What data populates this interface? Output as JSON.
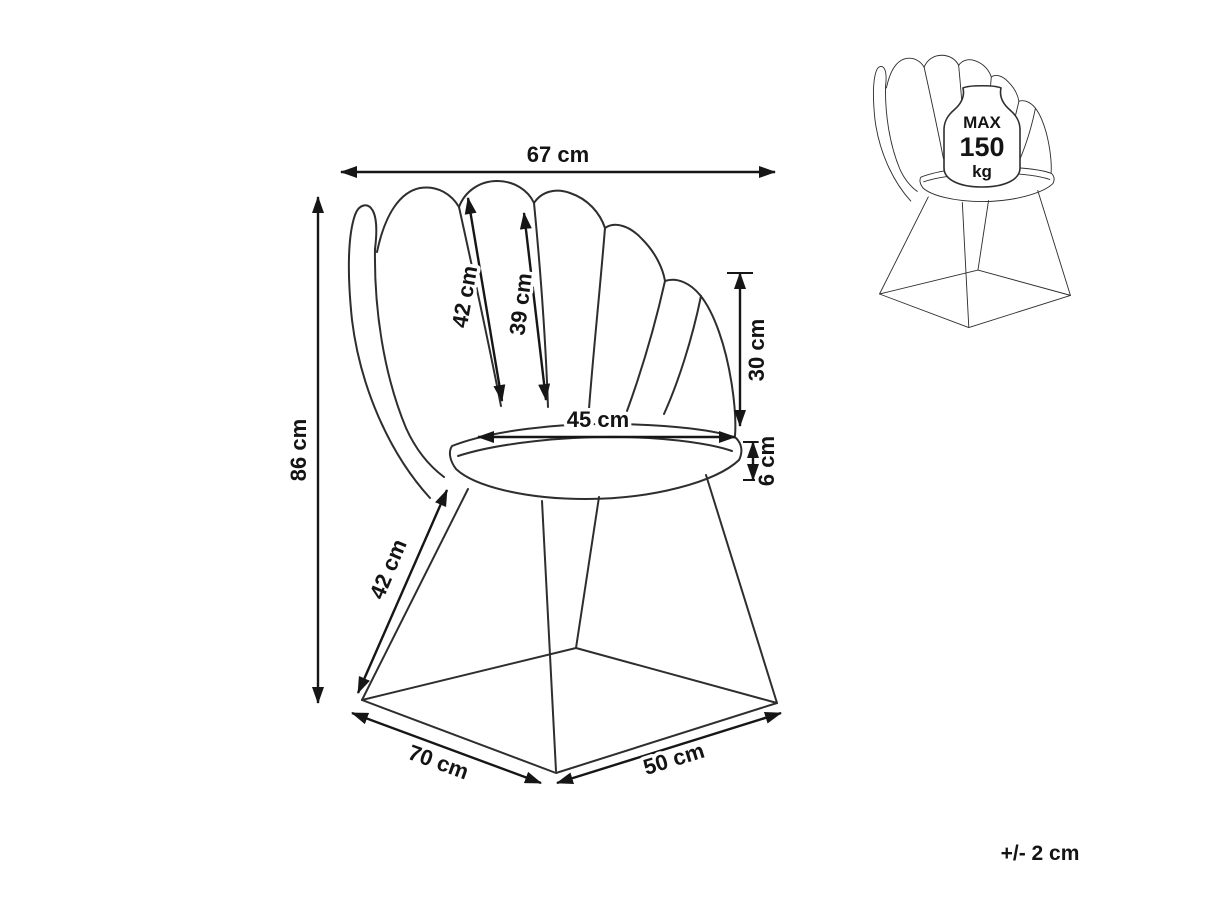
{
  "diagram": {
    "dims": {
      "top_width": "67 cm",
      "back_height_outer": "42 cm",
      "back_height_mid": "39 cm",
      "back_height_side": "30 cm",
      "overall_height": "86 cm",
      "seat_width": "45 cm",
      "seat_thickness": "6 cm",
      "leg_height": "42 cm",
      "base_depth": "70 cm",
      "base_width": "50 cm"
    },
    "inset": {
      "max_label": "MAX",
      "max_value": "150",
      "max_unit": "kg"
    },
    "tolerance": "+/- 2 cm",
    "colors": {
      "line": "#2e2e2e",
      "dimension": "#161616",
      "background": "#ffffff"
    }
  }
}
